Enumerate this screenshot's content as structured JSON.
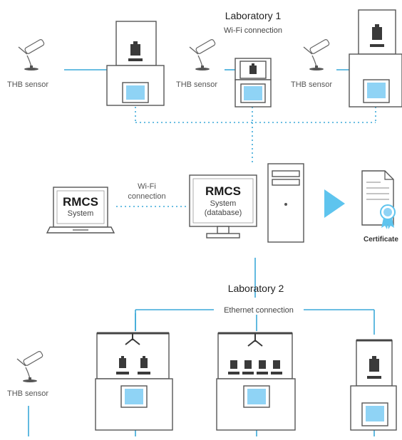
{
  "laboratory_1": {
    "title": "Laboratory 1",
    "connection": "Wi-Fi connection"
  },
  "laboratory_2": {
    "title": "Laboratory 2",
    "connection": "Ethernet connection"
  },
  "sensor_label": "THB sensor",
  "wifi_link": {
    "line1": "Wi-Fi",
    "line2": "connection"
  },
  "laptop": {
    "title": "RMCS",
    "subtitle": "System"
  },
  "server": {
    "title": "RMCS",
    "line1": "System",
    "line2": "(database)"
  },
  "certificate_label": "Certificate",
  "colors": {
    "line": "#3aa8d8",
    "screen": "#8fd3f5",
    "outline": "#555555",
    "mass": "#3a3a3a"
  },
  "icons": [
    "thb-sensor-icon",
    "balance-icon",
    "mass-comparator-icon",
    "laptop-icon",
    "desktop-computer-icon",
    "play-arrow-icon",
    "certificate-icon"
  ]
}
